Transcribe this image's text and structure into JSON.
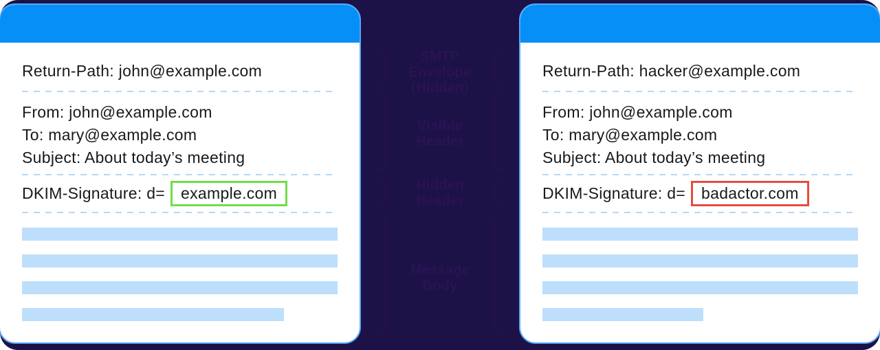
{
  "colors": {
    "page_bg": "#1C1247",
    "header_blue": "#068FF6",
    "card_border": "#57A9F6",
    "divider": "#B5D8F7",
    "skeleton_bar": "#BDDFFC",
    "bracket": "#22104C",
    "section_label": "#2A1354",
    "dkim_valid_border": "#70DE49",
    "dkim_invalid_border": "#E74B3E",
    "text": "#191919"
  },
  "cards": {
    "left": {
      "return_path": "Return-Path: john@example.com",
      "from": "From: john@example.com",
      "to": "To: mary@example.com",
      "subject": "Subject: About today’s meeting",
      "dkim_label": "DKIM-Signature: d=",
      "dkim_domain": "example.com",
      "dkim_status": "valid",
      "body_placeholder_lines": 4
    },
    "right": {
      "return_path": "Return-Path: hacker@example.com",
      "from": "From: john@example.com",
      "to": "To: mary@example.com",
      "subject": "Subject: About today’s meeting",
      "dkim_label": "DKIM-Signature: d=",
      "dkim_domain": "badactor.com",
      "dkim_status": "invalid",
      "body_placeholder_lines": 4
    }
  },
  "diagram": {
    "sections": [
      {
        "id": "smtp-envelope",
        "lines": [
          "SMTP",
          "Envelope",
          "(Hidden)"
        ]
      },
      {
        "id": "visible-header",
        "lines": [
          "Visible",
          "Header"
        ]
      },
      {
        "id": "hidden-header",
        "lines": [
          "Hidden",
          "Header"
        ]
      },
      {
        "id": "message-body",
        "lines": [
          "Message",
          "Body"
        ]
      }
    ]
  }
}
